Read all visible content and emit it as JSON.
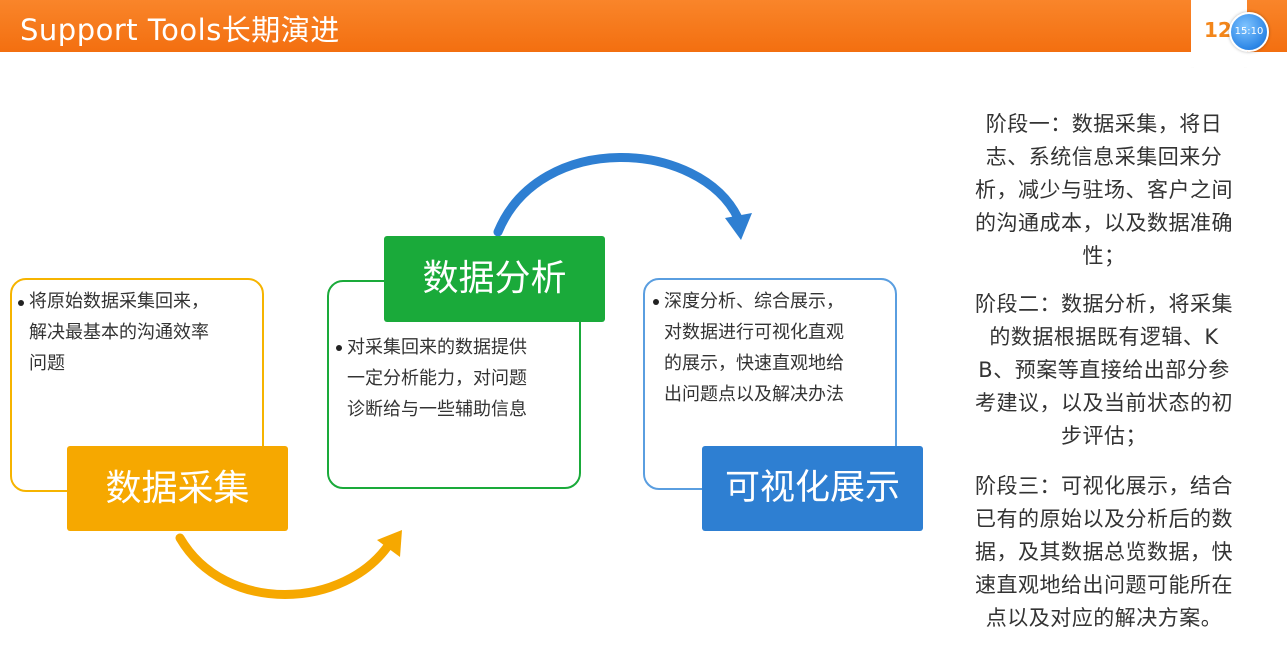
{
  "header": {
    "title": "Support Tools长期演进",
    "page_number": "12",
    "clock_time": "15:10"
  },
  "colors": {
    "header_orange": "#f36f10",
    "collect": "#f6a800",
    "analysis": "#1aaa3a",
    "visual": "#2e7fd2"
  },
  "stages": {
    "collect": {
      "label": "数据采集",
      "lines": [
        "将原始数据采集回来，",
        "解决最基本的沟通效率",
        "问题"
      ]
    },
    "analysis": {
      "label": "数据分析",
      "lines": [
        "对采集回来的数据提供",
        "一定分析能力，对问题",
        "诊断给与一些辅助信息"
      ]
    },
    "visual": {
      "label": "可视化展示",
      "lines": [
        "深度分析、综合展示，",
        "对数据进行可视化直观",
        "的展示，快速直观地给",
        "出问题点以及解决办法"
      ]
    }
  },
  "descriptions": {
    "phase1": [
      "阶段一：数据采集，将日",
      "志、系统信息采集回来分",
      "析，减少与驻场、客户之间",
      "的沟通成本，以及数据准确",
      "性；"
    ],
    "phase2": [
      "阶段二：数据分析，将采集",
      "的数据根据既有逻辑、K",
      "B、预案等直接给出部分参",
      "考建议，以及当前状态的初",
      "步评估；"
    ],
    "phase3": [
      "阶段三：可视化展示，结合",
      "已有的原始以及分析后的数",
      "据，及其数据总览数据，快",
      "速直观地给出问题可能所在",
      "点以及对应的解决方案。"
    ]
  }
}
